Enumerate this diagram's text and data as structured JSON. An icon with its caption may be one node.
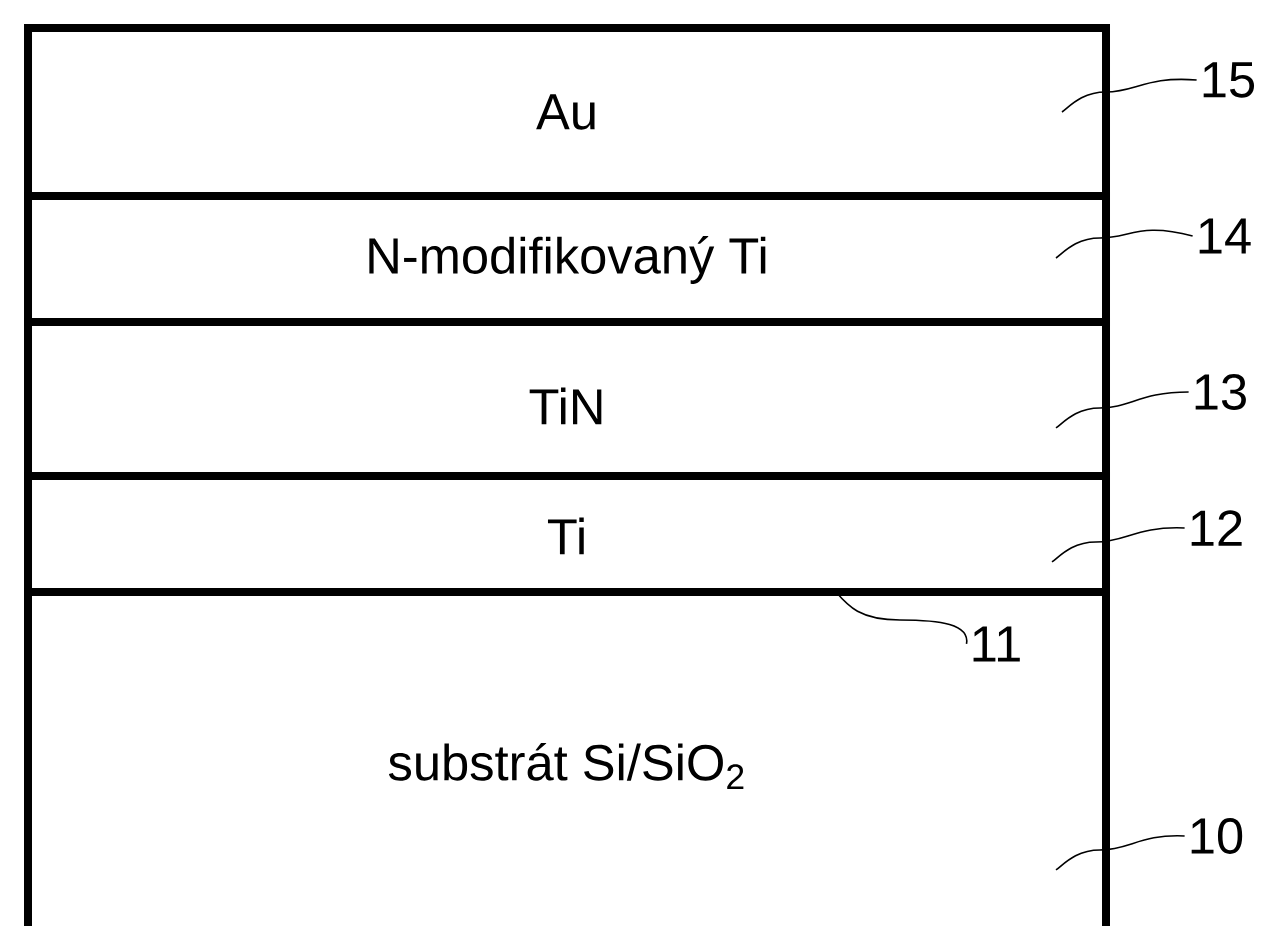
{
  "diagram": {
    "nodes": [
      {
        "text": [
          "Au"
        ]
      },
      {
        "text": [
          "N-modifikovaný Ti"
        ]
      },
      {
        "text": [
          "TiN"
        ]
      },
      {
        "text": [
          "Ti"
        ]
      },
      {
        "text": [
          "substrát Si/SiO$_{2}$"
        ]
      },
      {
        "text": [
          "15"
        ]
      },
      {
        "text": [
          "14"
        ]
      },
      {
        "text": [
          "13"
        ]
      },
      {
        "text": [
          "12"
        ]
      },
      {
        "text": [
          "11"
        ],
        "in": 4
      },
      {
        "text": [
          "10"
        ]
      }
    ],
    "edges": [
      {
        "from": 5,
        "to": 0,
        "arrow": "none"
      },
      {
        "from": 6,
        "to": 1,
        "arrow": "none"
      },
      {
        "from": 7,
        "to": 2,
        "arrow": "none"
      },
      {
        "from": 8,
        "to": 3,
        "arrow": "none"
      },
      {
        "from": 9,
        "to": 3,
        "arrow": "none"
      },
      {
        "from": 10,
        "to": 4,
        "arrow": "none"
      }
    ]
  }
}
